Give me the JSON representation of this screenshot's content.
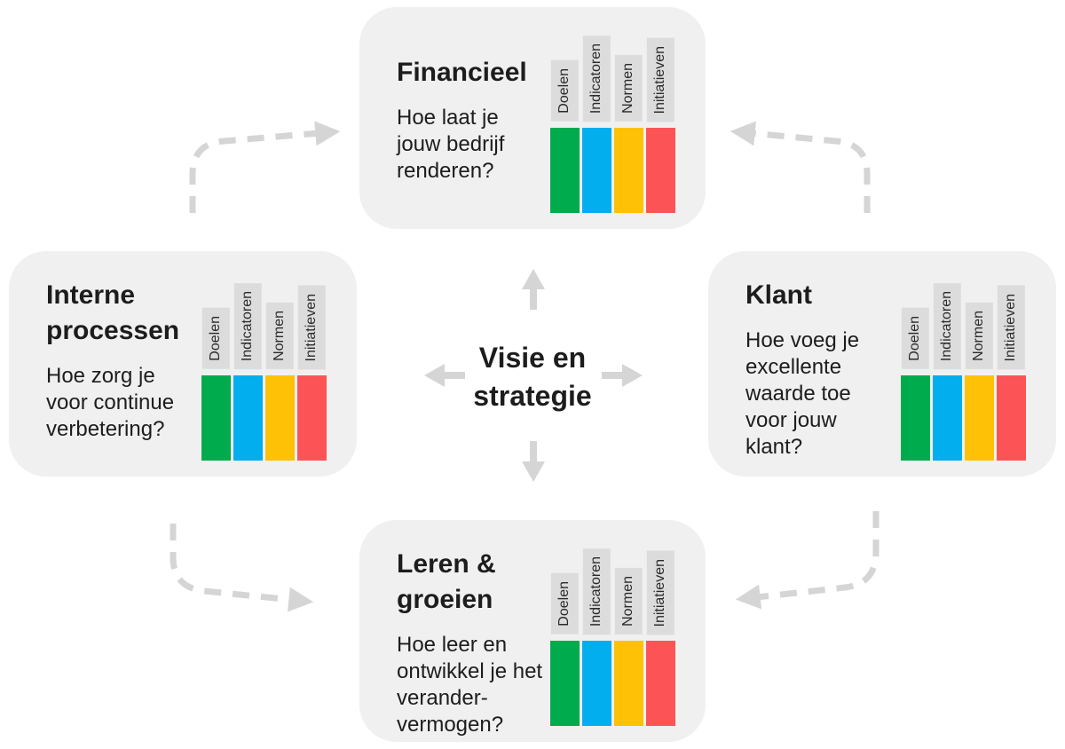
{
  "diagram": {
    "center_label": "Visie en\nstrategie"
  },
  "columns": [
    "Doelen",
    "Indicatoren",
    "Normen",
    "Initiatieven"
  ],
  "cards": [
    {
      "id": "financieel",
      "title": "Financieel",
      "question": "Hoe laat je\njouw bedrijf\nrenderen?"
    },
    {
      "id": "interne-processen",
      "title": "Interne\nprocessen",
      "question": "Hoe zorg je\nvoor continue\nverbetering?"
    },
    {
      "id": "klant",
      "title": "Klant",
      "question": "Hoe voeg je\nexcellente\nwaarde toe\nvoor jouw\nklant?"
    },
    {
      "id": "leren-groeien",
      "title": "Leren &\ngroeien",
      "question": "Hoe leer en\nontwikkel je het\nverander-\nvermogen?"
    }
  ],
  "colors": {
    "doelen": "#00AB4E",
    "indicatoren": "#03AEEF",
    "normen": "#FFC105",
    "initiatieven": "#FC5456",
    "card_bg": "#F0F0F0",
    "tag_bg": "#DCDCDC",
    "arrow": "#D5D5D5",
    "text": "#1D1D1D"
  }
}
